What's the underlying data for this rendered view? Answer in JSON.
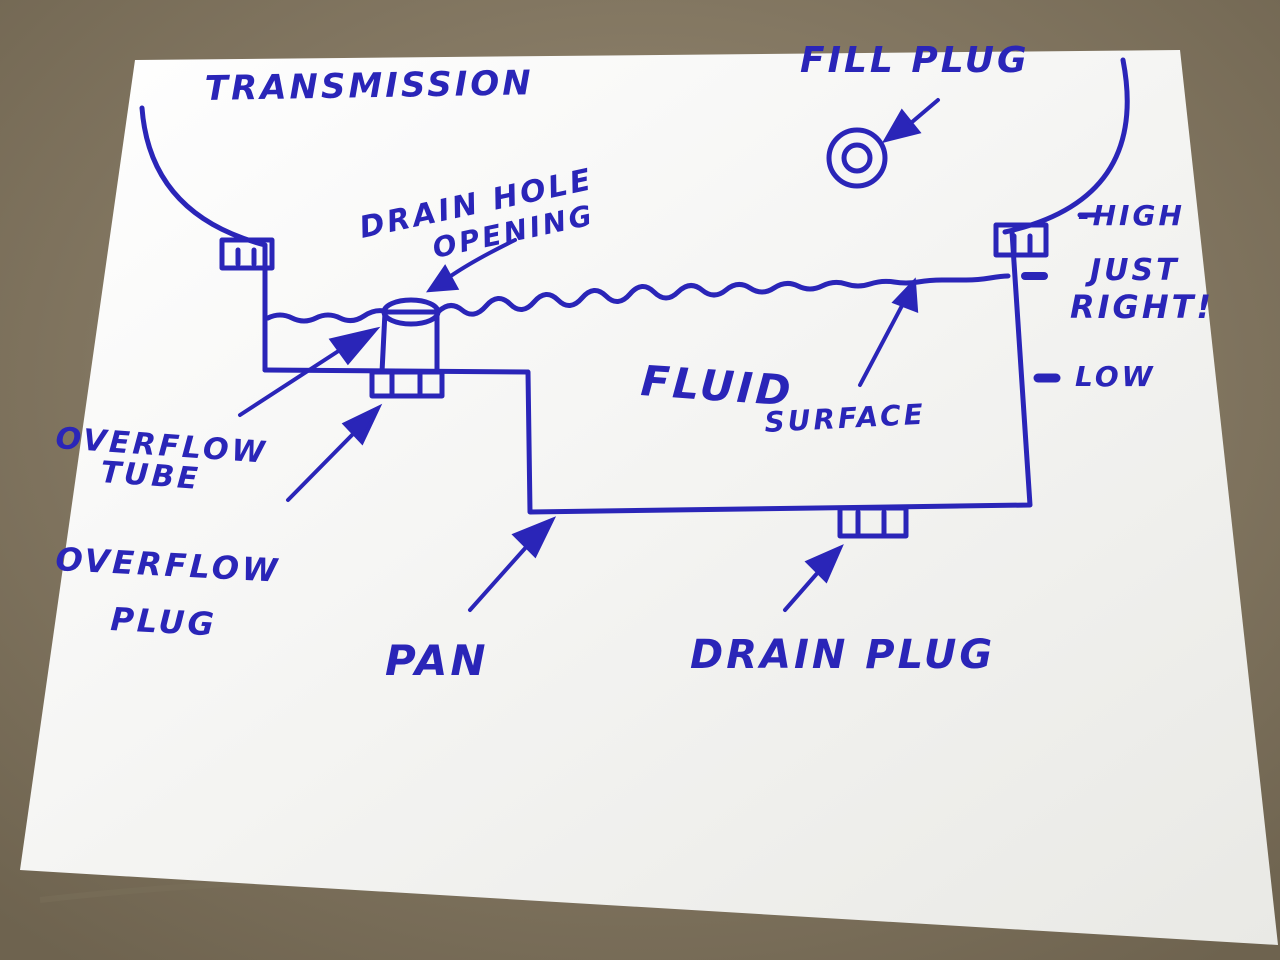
{
  "colors": {
    "ink": "#2a25b8",
    "paper": "#f6f6f3",
    "couch": "#8d8069"
  },
  "labels": {
    "transmission": "TRANSMISSION",
    "fill_plug": "FILL PLUG",
    "drain_hole_line1": "DRAIN HOLE",
    "drain_hole_line2": "OPENING",
    "high": "-HIGH",
    "just_right_line1": "JUST",
    "just_right_line2": "RIGHT!",
    "low": "LOW",
    "fluid": "FLUID",
    "surface": "SURFACE",
    "overflow_tube_line1": "OVERFLOW",
    "overflow_tube_line2": "TUBE",
    "overflow_plug_line1": "OVERFLOW",
    "overflow_plug_line2": "PLUG",
    "pan": "PAN",
    "drain_plug": "DRAIN PLUG"
  }
}
